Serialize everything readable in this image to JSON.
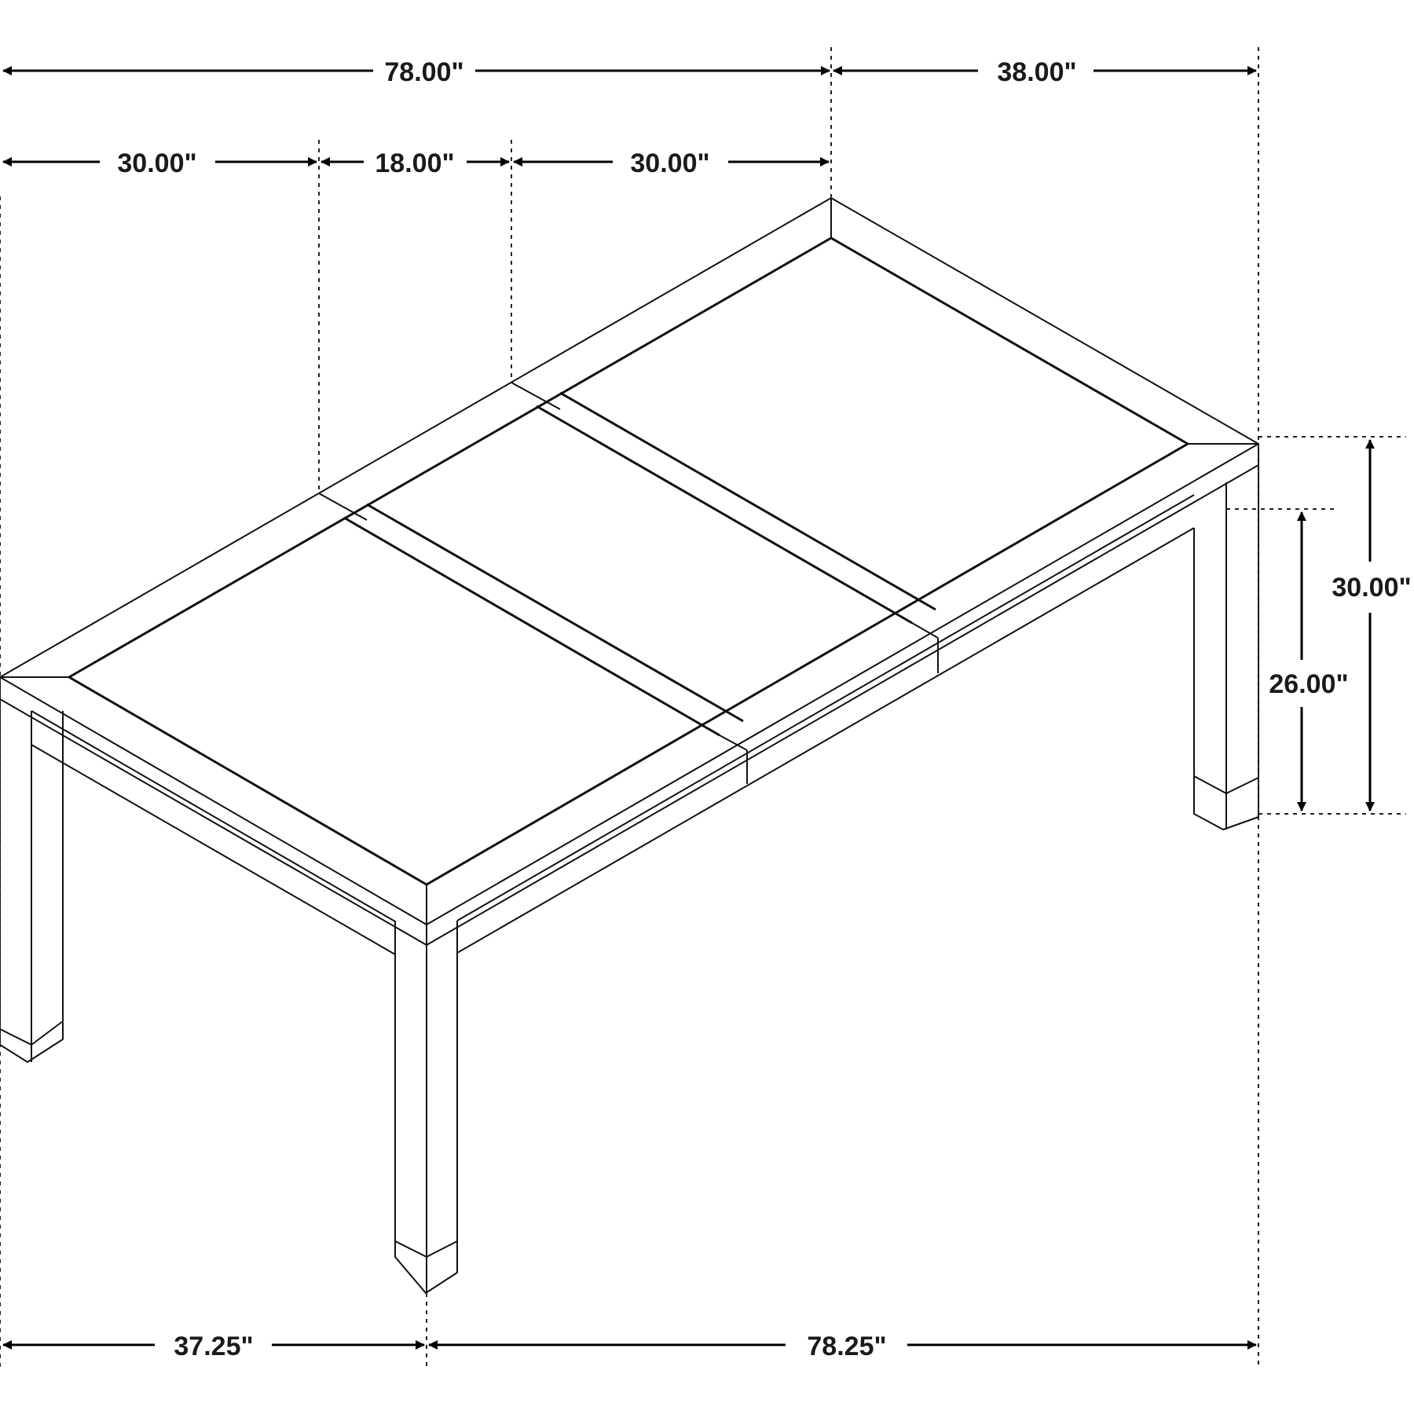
{
  "diagram": {
    "dimensions": {
      "top_length": "78.00\"",
      "top_width": "38.00\"",
      "leaf_left": "30.00\"",
      "leaf_center": "18.00\"",
      "leaf_right": "30.00\"",
      "total_height": "30.00\"",
      "apron_height": "26.00\"",
      "base_depth": "37.25\"",
      "base_length": "78.25\""
    }
  }
}
